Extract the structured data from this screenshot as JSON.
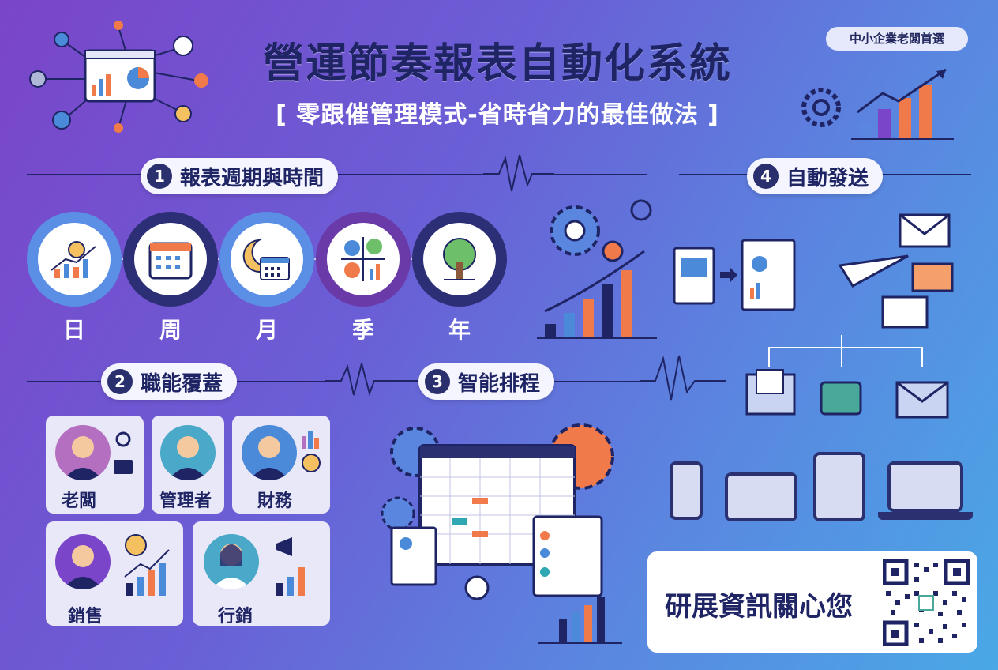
{
  "header": {
    "title": "營運節奏報表自動化系統",
    "subtitle": "[ 零跟催管理模式-省時省力的最佳做法 ]",
    "badge": "中小企業老闆首選"
  },
  "sections": {
    "s1": {
      "num": "1",
      "label": "報表週期與時間"
    },
    "s2": {
      "num": "2",
      "label": "職能覆蓋"
    },
    "s3": {
      "num": "3",
      "label": "智能排程"
    },
    "s4": {
      "num": "4",
      "label": "自動發送"
    }
  },
  "periods": [
    {
      "label": "日",
      "ring": "#5b8fe6",
      "icon": "sun-chart-icon"
    },
    {
      "label": "周",
      "ring": "#2d2f76",
      "icon": "calendar-icon"
    },
    {
      "label": "月",
      "ring": "#5b8fe6",
      "icon": "moon-calendar-icon"
    },
    {
      "label": "季",
      "ring": "#6a3aa8",
      "icon": "seasons-icon"
    },
    {
      "label": "年",
      "ring": "#2d2f76",
      "icon": "tree-icon"
    }
  ],
  "roles": [
    {
      "label": "老闆",
      "icon": "boss-avatar-icon"
    },
    {
      "label": "管理者",
      "icon": "manager-avatar-icon"
    },
    {
      "label": "財務",
      "icon": "finance-avatar-icon"
    },
    {
      "label": "銷售",
      "icon": "sales-avatar-icon"
    },
    {
      "label": "行銷",
      "icon": "marketing-avatar-icon"
    }
  ],
  "footer": {
    "contact": "研展資訊關心您"
  },
  "colors": {
    "navy": "#1e2464",
    "orange": "#f07a4a",
    "teal": "#2fa8b4",
    "blue": "#4a8ad8"
  }
}
